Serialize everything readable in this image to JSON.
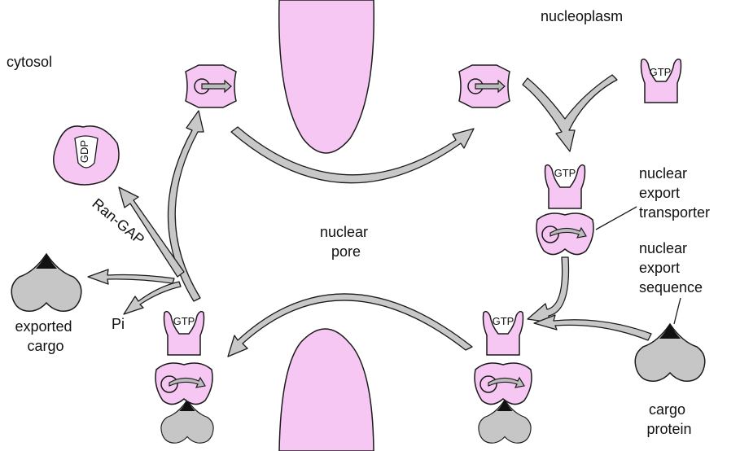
{
  "colors": {
    "pink": "#f6c7f3",
    "cargo_grey": "#c6c6c6",
    "arrow_grey": "#c8c8c8",
    "nes_black": "#111111"
  },
  "labels": {
    "nucleoplasm": "nucleoplasm",
    "cytosol": "cytosol",
    "nuclear_pore": [
      "nuclear",
      "pore"
    ],
    "nuclear_export_transporter": [
      "nuclear",
      "export",
      "transporter"
    ],
    "nuclear_export_sequence": [
      "nuclear",
      "export",
      "sequence"
    ],
    "cargo_protein": [
      "cargo",
      "protein"
    ],
    "exported_cargo": [
      "exported",
      "cargo"
    ],
    "pi": "Pi",
    "ran_gap": "Ran-GAP"
  },
  "nucleotides": {
    "gtp": "GTP",
    "gdp": "GDP"
  }
}
